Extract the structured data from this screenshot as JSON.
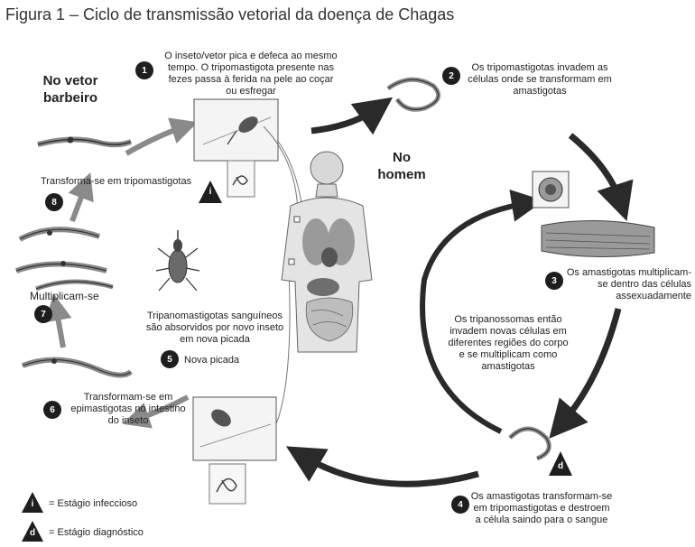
{
  "title": "Figura 1 – Ciclo de transmissão vetorial da doença de Chagas",
  "headings": {
    "vector": [
      "No vetor",
      "barbeiro"
    ],
    "human": [
      "No",
      "homem"
    ]
  },
  "steps": [
    {
      "num": "1",
      "lines": [
        "O inseto/vetor pica e defeca ao mesmo",
        "tempo. O tripomastigota presente nas",
        "fezes passa à ferida na pele ao  coçar",
        "ou esfregar"
      ]
    },
    {
      "num": "2",
      "lines": [
        "Os tripomastigotas invadem as",
        "células onde se transformam em",
        "amastigotas"
      ]
    },
    {
      "num": "3",
      "lines": [
        "Os amastigotas multiplicam-",
        "se dentro das células",
        "assexuadamente"
      ]
    },
    {
      "num": "4",
      "lines": [
        "Os amastigotas transformam-se",
        "em tripomastigotas e destroem",
        "a célula saindo para o sangue"
      ]
    },
    {
      "num": "5",
      "lines": [
        "Nova picada"
      ]
    },
    {
      "num": "6",
      "lines": [
        "Transformam-se em",
        "epimastigotas no intestino",
        "do inseto"
      ]
    },
    {
      "num": "7",
      "lines": [
        "Multiplicam-se"
      ]
    },
    {
      "num": "8",
      "lines": [
        "Transforma-se em tripomastigotas"
      ]
    }
  ],
  "center_text": [
    "Os tripanossomas então",
    "invadem novas células em",
    "diferentes regiões do corpo",
    "e se multiplicam como",
    "amastigotas"
  ],
  "absorb_text": [
    "Tripanomastigotas sanguíneos",
    "são absorvidos por novo inseto",
    "em nova picada"
  ],
  "markers": {
    "infective": "i",
    "diagnostic": "d"
  },
  "legend": [
    {
      "symbol": "i",
      "label": "= Estágio infeccioso"
    },
    {
      "symbol": "d",
      "label": "= Estágio diagnóstico"
    }
  ]
}
